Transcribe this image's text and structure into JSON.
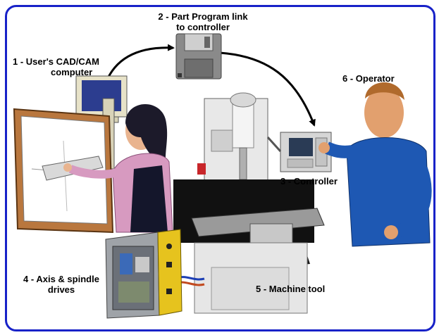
{
  "labels": {
    "cad": {
      "line1": "1 - User's CAD/CAM",
      "line2": "computer"
    },
    "program": {
      "line1": "2 - Part Program link",
      "line2": "to controller"
    },
    "controller": "3 - Controller",
    "drives": {
      "line1": "4 - Axis & spindle",
      "line2": "drives"
    },
    "machine": "5 - Machine tool",
    "operator": "6 - Operator"
  },
  "colors": {
    "frame": "#1822c8",
    "arrow": "#000000"
  },
  "icons": [
    "cad-workstation",
    "floppy-disk",
    "cnc-controller",
    "drive-cabinet",
    "milling-machine",
    "operator-figure"
  ]
}
